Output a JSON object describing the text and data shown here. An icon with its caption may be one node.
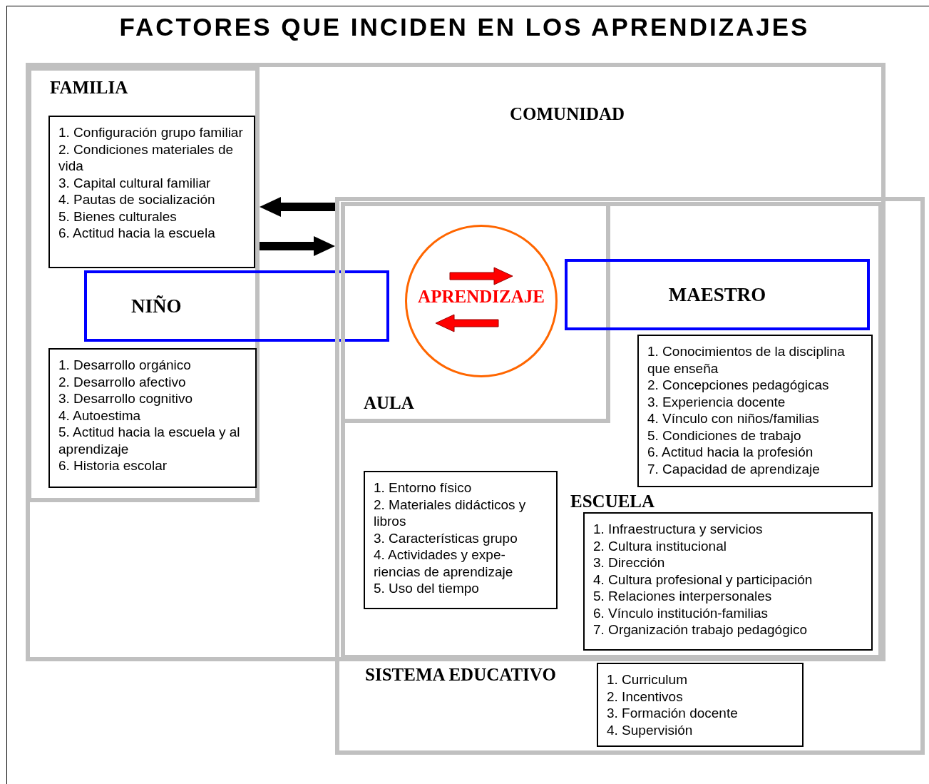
{
  "diagram": {
    "title": "FACTORES QUE INCIDEN EN LOS APRENDIZAJES",
    "nodes": [
      {
        "text": [
          "COMUNIDAD"
        ]
      },
      {
        "text": [
          "FAMILIA"
        ],
        "in": 0
      },
      {
        "text": [
          "1. Configuración grupo familiar",
          "2. Condiciones materiales de vida",
          "3. Capital cultural familiar",
          "4. Pautas de socialización",
          "5. Bienes culturales",
          "6. Actitud hacia la escuela"
        ],
        "in": 1
      },
      {
        "text": [
          "SISTEMA EDUCATIVO"
        ]
      },
      {
        "text": [
          "ESCUELA"
        ]
      },
      {
        "text": [
          "AULA"
        ],
        "in": 4
      },
      {
        "text": [
          "APRENDIZAJE"
        ],
        "in": 5
      },
      {
        "text": [
          "NIÑO"
        ],
        "in": 0
      },
      {
        "text": [
          "1. Desarrollo orgánico",
          "2. Desarrollo afectivo",
          "3. Desarrollo cognitivo",
          "4. Autoestima",
          "5. Actitud hacia la escuela y al aprendizaje",
          "6. Historia escolar"
        ],
        "in": 1
      },
      {
        "text": [
          "MAESTRO"
        ],
        "in": 4
      },
      {
        "text": [
          "1. Conocimientos de la disciplina que enseña",
          "2. Concepciones pedagógicas",
          "3. Experiencia docente",
          "4. Vínculo con niños/familias",
          "5. Condiciones de trabajo",
          "6. Actitud hacia la profesión",
          "7. Capacidad de aprendizaje"
        ],
        "in": 4
      },
      {
        "text": [
          "1. Entorno físico",
          "2. Materiales didácticos y libros",
          "3. Características grupo",
          "4. Actividades y expe-riencias de aprendizaje",
          "5. Uso del tiempo"
        ],
        "in": 4
      },
      {
        "text": [
          "1. Infraestructura y servicios",
          "2. Cultura institucional",
          "3. Dirección",
          "4. Cultura profesional y participación",
          "5. Relaciones interpersonales",
          "6. Vínculo institución-familias",
          "7. Organización trabajo pedagógico"
        ],
        "in": 4
      },
      {
        "text": [
          "1. Curriculum",
          "2. Incentivos",
          "3. Formación docente",
          "4. Supervisión"
        ],
        "in": 3
      }
    ],
    "edges": [
      {
        "from": 3,
        "to": 1,
        "arrow": "to"
      },
      {
        "from": 1,
        "to": 3,
        "arrow": "to"
      }
    ]
  }
}
